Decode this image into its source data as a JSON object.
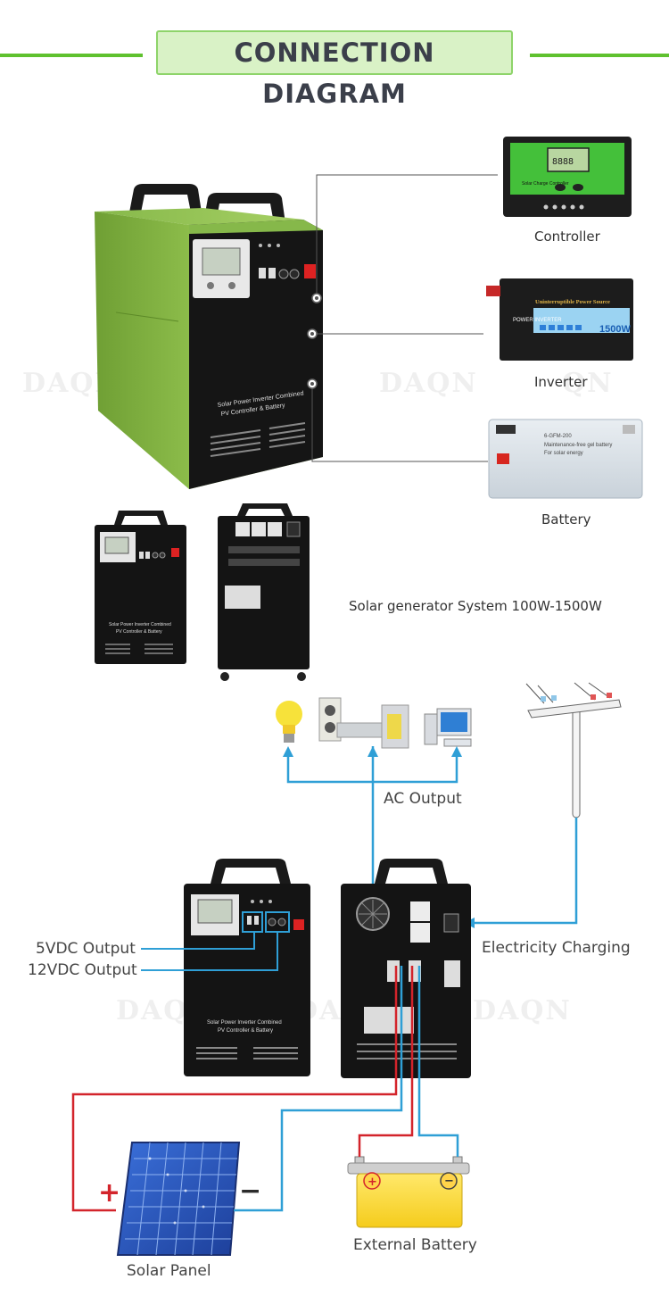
{
  "header": {
    "title": "CONNECTION DIAGRAM"
  },
  "components": {
    "controller": "Controller",
    "inverter": "Inverter",
    "battery": "Battery"
  },
  "product_caption": "Solar generator System 100W-1500W",
  "wiring": {
    "ac_output": "AC Output",
    "electricity_charging": "Electricity Charging",
    "usb_5v": "5VDC Output",
    "dc_12v": "12VDC Output",
    "solar_panel": "Solar Panel",
    "external_battery": "External Battery"
  },
  "device_print": {
    "front_text_1": "Solar Power Inverter Combined",
    "front_text_2": "PV Controller & Battery",
    "controller_text": "Solar Charge Controller",
    "inverter_brand": "POWER INVERTER",
    "inverter_banner": "Uninterruptible Power Source",
    "inverter_rating": "1500W",
    "battery_model": "6-GFM-200",
    "battery_desc": "Maintenance-free gel battery",
    "battery_use": "For solar energy",
    "lcd_reading": "8888"
  },
  "watermark": "DAQN",
  "colors": {
    "accent_green": "#5fc12f",
    "wire_blue": "#2f9fd6",
    "wire_red": "#d3242b",
    "unit_green": "#7cae3a",
    "unit_black": "#161616"
  }
}
